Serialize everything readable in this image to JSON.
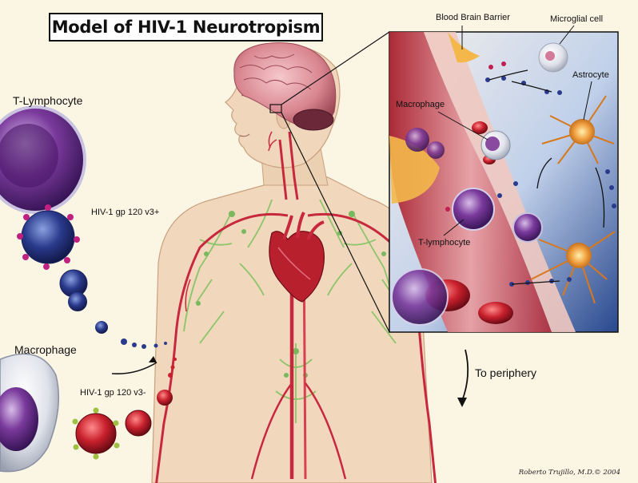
{
  "title": "Model of HIV-1 Neurotropism",
  "labels": {
    "t_lymphocyte": "T-Lymphocyte",
    "gp120_v3_plus": "HIV-1 gp 120 v3+",
    "macrophage": "Macrophage",
    "gp120_v3_minus": "HIV-1 gp 120 v3-",
    "to_periphery": "To periphery"
  },
  "inset": {
    "blood_brain_barrier": "Blood Brain Barrier",
    "microglial_cell": "Microglial cell",
    "astrocyte": "Astrocyte",
    "macrophage": "Macrophage",
    "t_lymphocyte": "T-lymphocyte"
  },
  "credit": "Roberto Trujillo, M.D.© 2004",
  "colors": {
    "background": "#fbf5e4",
    "vessel_red": "#c8283c",
    "lymph_green": "#8cc46a",
    "cell_purple": "#6b2c8c",
    "virus_blue": "#2a3a8c",
    "brain_pink": "#e8a0a8",
    "inset_blue": "#2a4a90"
  }
}
